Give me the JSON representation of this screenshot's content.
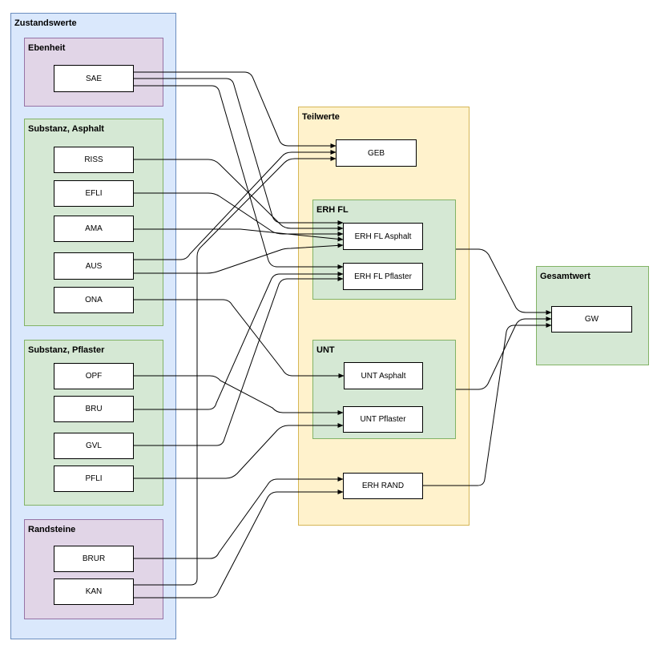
{
  "groups": {
    "zustandswerte": "Zustandswerte",
    "ebenheit": "Ebenheit",
    "substanz_asphalt": "Substanz, Asphalt",
    "substanz_pflaster": "Substanz, Pflaster",
    "randsteine": "Randsteine",
    "teilwerte": "Teilwerte",
    "erh_fl": "ERH FL",
    "unt": "UNT",
    "gesamtwert": "Gesamtwert"
  },
  "nodes": {
    "sae": "SAE",
    "riss": "RISS",
    "efli": "EFLI",
    "ama": "AMA",
    "aus": "AUS",
    "ona": "ONA",
    "opf": "OPF",
    "bru": "BRU",
    "gvl": "GVL",
    "pfli": "PFLI",
    "brur": "BRUR",
    "kan": "KAN",
    "geb": "GEB",
    "erh_fl_asphalt": "ERH FL Asphalt",
    "erh_fl_pflaster": "ERH FL Pflaster",
    "unt_asphalt": "UNT Asphalt",
    "unt_pflaster": "UNT Pflaster",
    "erh_rand": "ERH RAND",
    "gw": "GW"
  },
  "colors": {
    "blue_fill": "#dae8fc",
    "purple_fill": "#e1d5e7",
    "green_fill": "#d5e8d4",
    "yellow_fill": "#fff2cc",
    "edge": "#000000"
  },
  "edges": [
    [
      "sae",
      "geb"
    ],
    [
      "sae",
      "erh_fl_asphalt"
    ],
    [
      "sae",
      "erh_fl_pflaster"
    ],
    [
      "riss",
      "erh_fl_asphalt"
    ],
    [
      "efli",
      "erh_fl_asphalt"
    ],
    [
      "ama",
      "erh_fl_asphalt"
    ],
    [
      "aus",
      "geb"
    ],
    [
      "aus",
      "erh_fl_asphalt"
    ],
    [
      "ona",
      "unt_asphalt"
    ],
    [
      "opf",
      "unt_pflaster"
    ],
    [
      "bru",
      "erh_fl_pflaster"
    ],
    [
      "gvl",
      "erh_fl_pflaster"
    ],
    [
      "pfli",
      "unt_pflaster"
    ],
    [
      "brur",
      "erh_rand"
    ],
    [
      "kan",
      "geb"
    ],
    [
      "kan",
      "erh_rand"
    ],
    [
      "erh_fl",
      "gw"
    ],
    [
      "unt",
      "gw"
    ],
    [
      "erh_rand",
      "gw"
    ]
  ]
}
